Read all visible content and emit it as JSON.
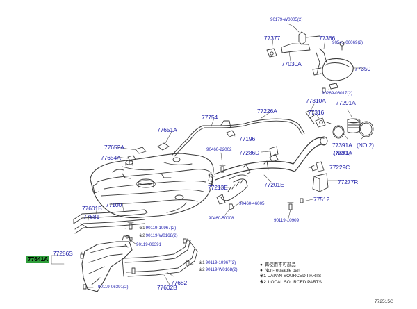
{
  "diagram": {
    "highlight_color": "#2f9e3b",
    "label_color": "#1a1aa6",
    "line_color": "#3a3a3a",
    "parts": [
      {
        "id": "90179-W0005",
        "suffix": "(2)",
        "size": "small"
      },
      {
        "id": "77377",
        "size": "big"
      },
      {
        "id": "77366",
        "size": "big"
      },
      {
        "id": "90541-06069",
        "suffix": "(2)",
        "size": "small"
      },
      {
        "id": "77030A",
        "size": "big"
      },
      {
        "id": "77350",
        "size": "big"
      },
      {
        "id": "90269-06017",
        "suffix": "(2)",
        "size": "small"
      },
      {
        "id": "77310A",
        "size": "big"
      },
      {
        "id": "77291A",
        "size": "big"
      },
      {
        "id": "77316",
        "size": "big"
      },
      {
        "id": "77226A",
        "size": "big"
      },
      {
        "id": "77754",
        "size": "big"
      },
      {
        "id": "77391A",
        "size": "big"
      },
      {
        "id": "(NO.2)",
        "size": "big"
      },
      {
        "id": "77391A",
        "size": "big"
      },
      {
        "id": "(NO.1)",
        "size": "big"
      },
      {
        "id": "77651A",
        "size": "big"
      },
      {
        "id": "77196",
        "size": "big"
      },
      {
        "id": "77652A",
        "size": "big"
      },
      {
        "id": "90460-22002",
        "size": "small"
      },
      {
        "id": "77286D",
        "size": "big"
      },
      {
        "id": "77654A",
        "size": "big"
      },
      {
        "id": "77229C",
        "size": "big"
      },
      {
        "id": "77213E",
        "size": "big"
      },
      {
        "id": "77201E",
        "size": "big"
      },
      {
        "id": "77277R",
        "size": "big"
      },
      {
        "id": "90460-46005",
        "size": "small"
      },
      {
        "id": "77512",
        "size": "big"
      },
      {
        "id": "77100",
        "size": "big"
      },
      {
        "id": "77601B",
        "size": "big"
      },
      {
        "id": "77681",
        "size": "big"
      },
      {
        "id": "90460-50008",
        "size": "small"
      },
      {
        "id": "90119-10909",
        "size": "small"
      },
      {
        "id": "90119-10967",
        "prefix": "※1",
        "suffix": "(2)",
        "size": "small"
      },
      {
        "id": "90119-W0168",
        "prefix": "※2",
        "suffix": "(2)",
        "size": "small"
      },
      {
        "id": "90119-06391",
        "size": "small"
      },
      {
        "id": "77286S",
        "size": "big"
      },
      {
        "id": "77641A",
        "size": "big",
        "highlight": true
      },
      {
        "id": "90119-10967",
        "prefix": "※1",
        "suffix": "(2)",
        "size": "small"
      },
      {
        "id": "90119-W0168",
        "prefix": "※2",
        "suffix": "(2)",
        "size": "small"
      },
      {
        "id": "77682",
        "size": "big"
      },
      {
        "id": "77602B",
        "size": "big"
      },
      {
        "id": "90119-06391",
        "suffix": "(2)",
        "size": "small"
      }
    ]
  },
  "legend": {
    "items": [
      {
        "mark": "●",
        "text": "再使用不可部品"
      },
      {
        "mark": "●",
        "text": "Non-reusable part"
      },
      {
        "mark": "※1",
        "text": "JAPAN SOURCED PARTS"
      },
      {
        "mark": "※2",
        "text": "LOCAL SOURCED PARTS"
      }
    ]
  },
  "drawing_code": "772515G"
}
